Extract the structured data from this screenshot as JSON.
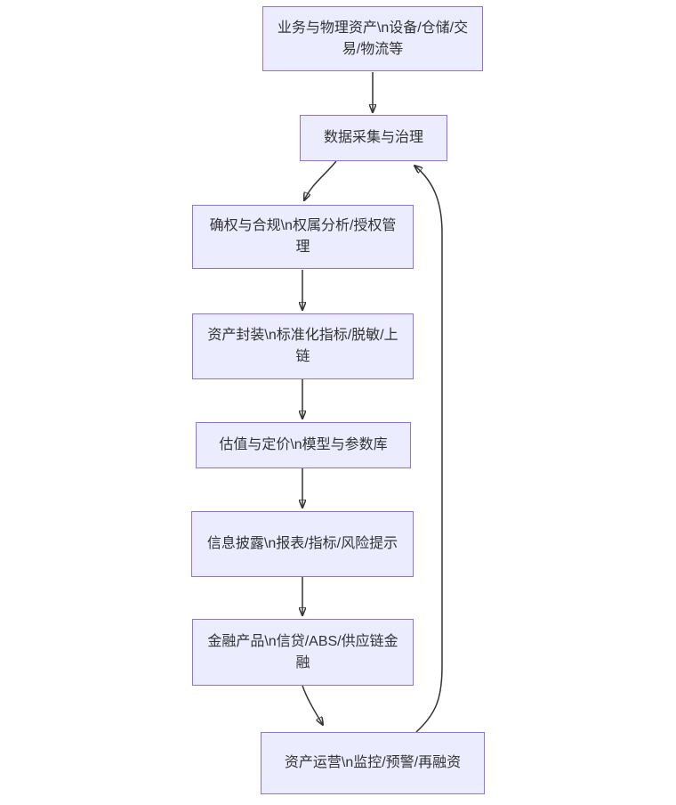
{
  "diagram": {
    "type": "flowchart",
    "direction": "top-down",
    "nodes": [
      {
        "id": "source",
        "label": "业务与物理资产\\n设备/仓储/交易/物流等"
      },
      {
        "id": "data",
        "label": "数据采集与治理"
      },
      {
        "id": "rights",
        "label": "确权与合规\\n权属分析/授权管理"
      },
      {
        "id": "packaging",
        "label": "资产封装\\n标准化指标/脱敏/上链"
      },
      {
        "id": "valuation",
        "label": "估值与定价\\n模型与参数库"
      },
      {
        "id": "disclosure",
        "label": "信息披露\\n报表/指标/风险提示"
      },
      {
        "id": "products",
        "label": "金融产品\\n信贷/ABS/供应链金融"
      },
      {
        "id": "operations",
        "label": "资产运营\\n监控/预警/再融资"
      }
    ],
    "edges": [
      {
        "from": "source",
        "to": "data"
      },
      {
        "from": "data",
        "to": "rights"
      },
      {
        "from": "rights",
        "to": "packaging"
      },
      {
        "from": "packaging",
        "to": "valuation"
      },
      {
        "from": "valuation",
        "to": "disclosure"
      },
      {
        "from": "disclosure",
        "to": "products"
      },
      {
        "from": "products",
        "to": "operations"
      },
      {
        "from": "operations",
        "to": "data"
      }
    ]
  },
  "colors": {
    "node_fill": "#ECECFF",
    "node_border": "#9370DB",
    "edge": "#333333",
    "text": "#333333",
    "background": "#FFFFFF"
  }
}
